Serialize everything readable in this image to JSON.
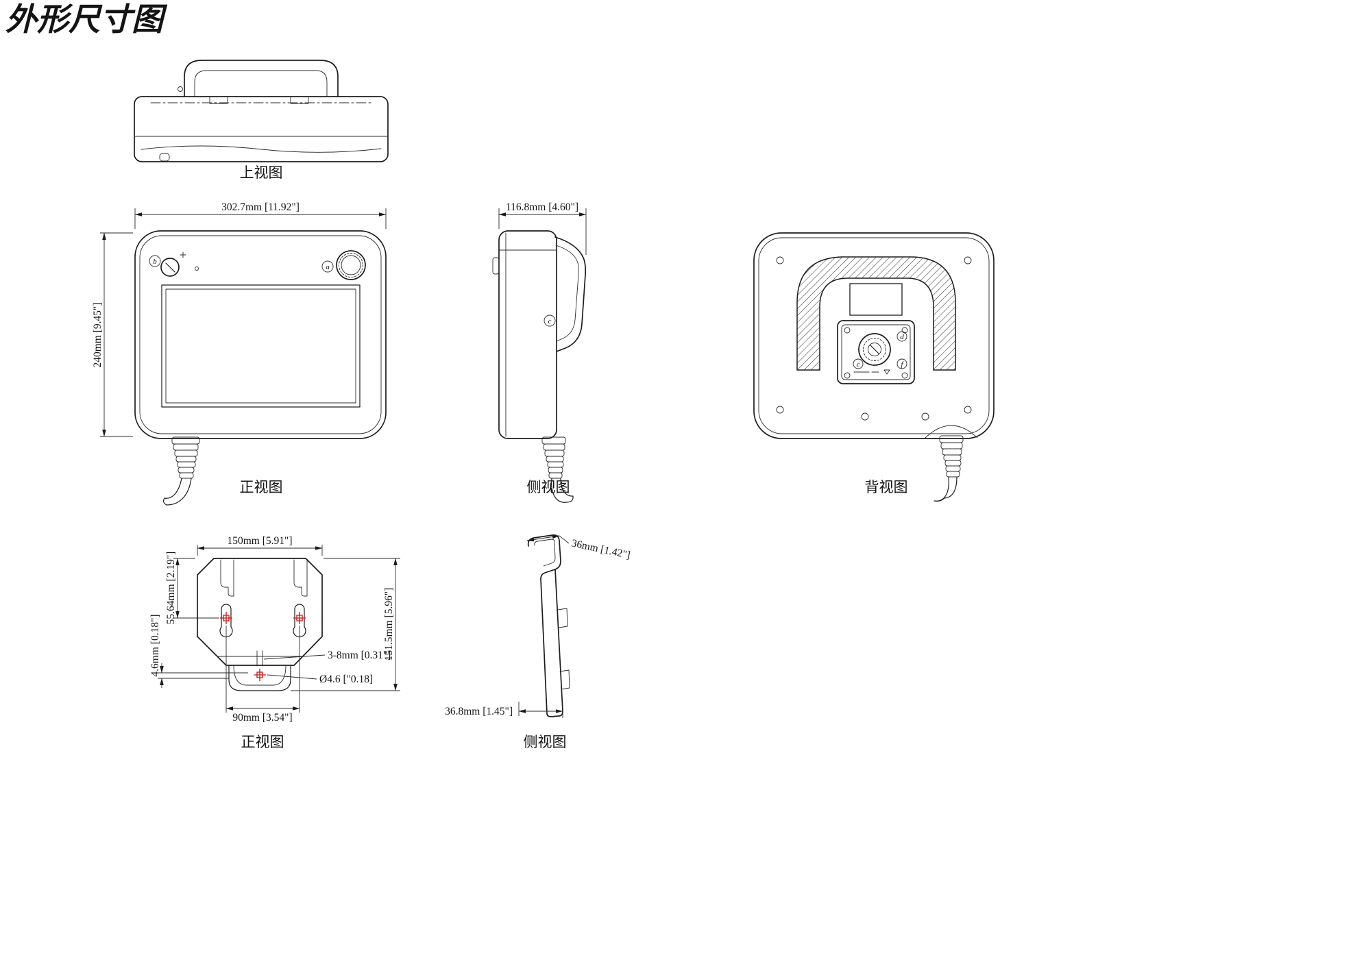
{
  "page": {
    "title": "外形尺寸图"
  },
  "colors": {
    "line": "#1c1c1c",
    "crosshair": "#cc1111",
    "background": "#ffffff"
  },
  "views": {
    "top": {
      "label": "上视图"
    },
    "front": {
      "label": "正视图",
      "dim_width": "302.7mm [11.92\"]",
      "dim_height": "240mm [9.45\"]",
      "marker_a": "a",
      "marker_b": "b"
    },
    "side": {
      "label": "侧视图",
      "dim_depth": "116.8mm [4.60\"]",
      "marker_c": "c"
    },
    "back": {
      "label": "背视图",
      "marker_d": "d",
      "marker_c": "c",
      "marker_f": "f"
    },
    "bracket_front": {
      "label": "正视图",
      "dim_width": "150mm [5.91\"]",
      "dim_hook_offset": "55.64mm [2.19\"]",
      "dim_foot": "4.6mm [0.18\"]",
      "dim_height": "151.5mm [5.96\"]",
      "dim_slot_width": "3-8mm [0.31\"]",
      "dim_hole_dia": "Ø4.6 [\"0.18]",
      "dim_slot_spacing": "90mm [3.54\"]"
    },
    "bracket_side": {
      "label": "侧视图",
      "dim_top": "36mm [1.42\"]",
      "dim_depth": "36.8mm [1.45\"]"
    }
  }
}
